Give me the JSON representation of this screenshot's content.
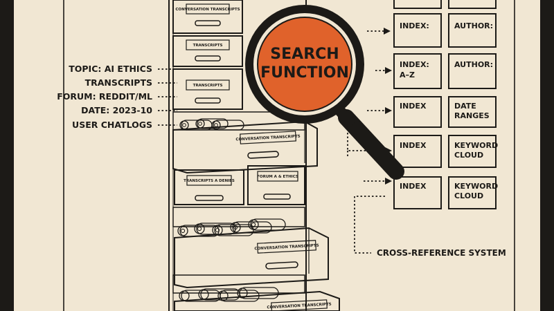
{
  "left_labels": [
    "TOPIC: AI ETHICS",
    "TRANSCRIPTS",
    "FORUM: REDDIT/ML",
    "DATE: 2023-10",
    "USER CHATLOGS"
  ],
  "lens_lines": [
    "SEARCH",
    "FUNCTION"
  ],
  "drawer_tags": [
    "CONVERSATION TRANSCRIPTS",
    "TRANSCRIPTS",
    "TRANSCRIPTS",
    "CONVERSATION TRANSCRIPTS",
    "TRANSCRIPTS A DENIES",
    "FORUM A & ETHICS",
    "CONVERSATION TRANSCRIPTS",
    "CONVERSATION TRANSCRIPTS"
  ],
  "index_grid": [
    [
      [
        "INDEX:"
      ],
      [
        "AUTHOR:"
      ]
    ],
    [
      [
        "INDEX:",
        "A–Z"
      ],
      [
        "AUTHOR:"
      ]
    ],
    [
      [
        "INDEX"
      ],
      [
        "DATE",
        "RANGES"
      ]
    ],
    [
      [
        "INDEX"
      ],
      [
        "KEYWORD",
        "CLOUD"
      ]
    ],
    [
      [
        "INDEX"
      ],
      [
        "KEYWORD",
        "CLOUD"
      ]
    ]
  ],
  "cross_reference_label": "CROSS-REFERENCE SYSTEM",
  "colors": {
    "background": "#f1e7d3",
    "ink": "#1c1a17",
    "lens": "#e0622b",
    "border": "#1c1a17"
  }
}
